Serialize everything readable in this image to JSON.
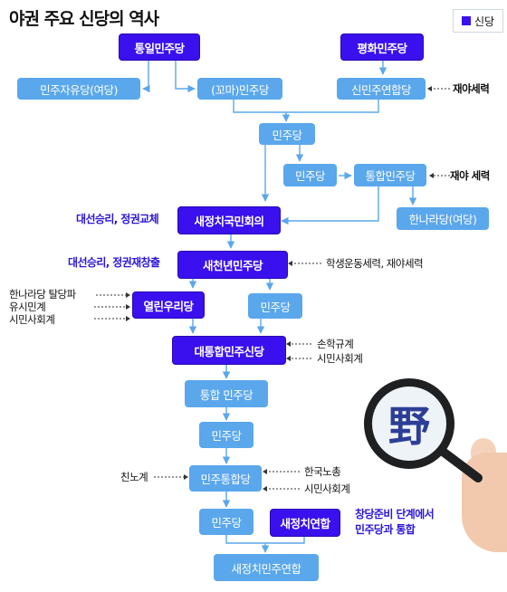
{
  "title": "야권 주요 신당의 역사",
  "legend": {
    "label": "신당",
    "color": "#3a10ee"
  },
  "colors": {
    "established": "#5aa7ec",
    "new_party": "#3a10ee",
    "accent_text": "#2a16d8"
  },
  "nodes": {
    "tongil": "통일민주당",
    "pyeonghwa": "평화민주당",
    "minja": "민주자유당(여당)",
    "kkoma": "(꼬마)민주당",
    "sinmin": "신민주연합당",
    "minju1": "민주당",
    "minju2": "민주당",
    "tonghap1": "통합민주당",
    "hannara": "한나라당(여당)",
    "saejeongchi_kukmin": "새정치국민회의",
    "saecheonnyeon": "새천년민주당",
    "yeollin": "열린우리당",
    "minju3": "민주당",
    "daetonghap": "대통합민주신당",
    "tonghap2": "통합 민주당",
    "minju4": "민주당",
    "minju_tonghap": "민주통합당",
    "minju5": "민주당",
    "saejeongchi_yeonhap": "새정치연합",
    "saejeongchi_minju": "새정치민주연합"
  },
  "notes": {
    "jaeya1": "재야세력",
    "jaeya2": "재야 세력",
    "haksaeng": "학생운동세력, 재야세력",
    "hannara_talpa": "한나라당 탈당파",
    "yusimin": "유시민계",
    "simin1": "시민사회계",
    "sonhakgyu": "손학규계",
    "simin2": "시민사회계",
    "chinno": "친노계",
    "hanguknochong": "한국노총",
    "simin3": "시민사회계"
  },
  "annotations": {
    "daeseon1": "대선승리, 정권교체",
    "daeseon2": "대선승리, 정권재창출",
    "changdang_line1": "창당준비 단계에서",
    "changdang_line2": "민주당과 통합"
  },
  "illustration": {
    "icon": "magnifying-glass-icon",
    "character": "野"
  }
}
